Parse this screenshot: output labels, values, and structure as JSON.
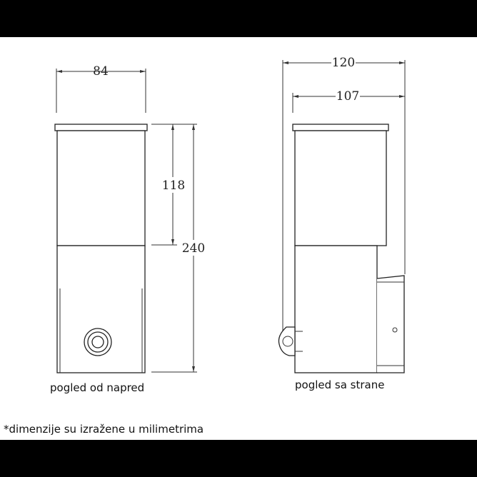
{
  "front_view": {
    "width_dim": "84",
    "upper_height_dim": "118",
    "total_height_dim": "240",
    "caption": "pogled od napred"
  },
  "side_view": {
    "depth_dim": "120",
    "body_depth_dim": "107",
    "caption": "pogled sa strane"
  },
  "footnote": "*dimenzije su izražene u milimetrima",
  "colors": {
    "frame": "#000000",
    "paper": "#ffffff",
    "line": "#222222"
  }
}
